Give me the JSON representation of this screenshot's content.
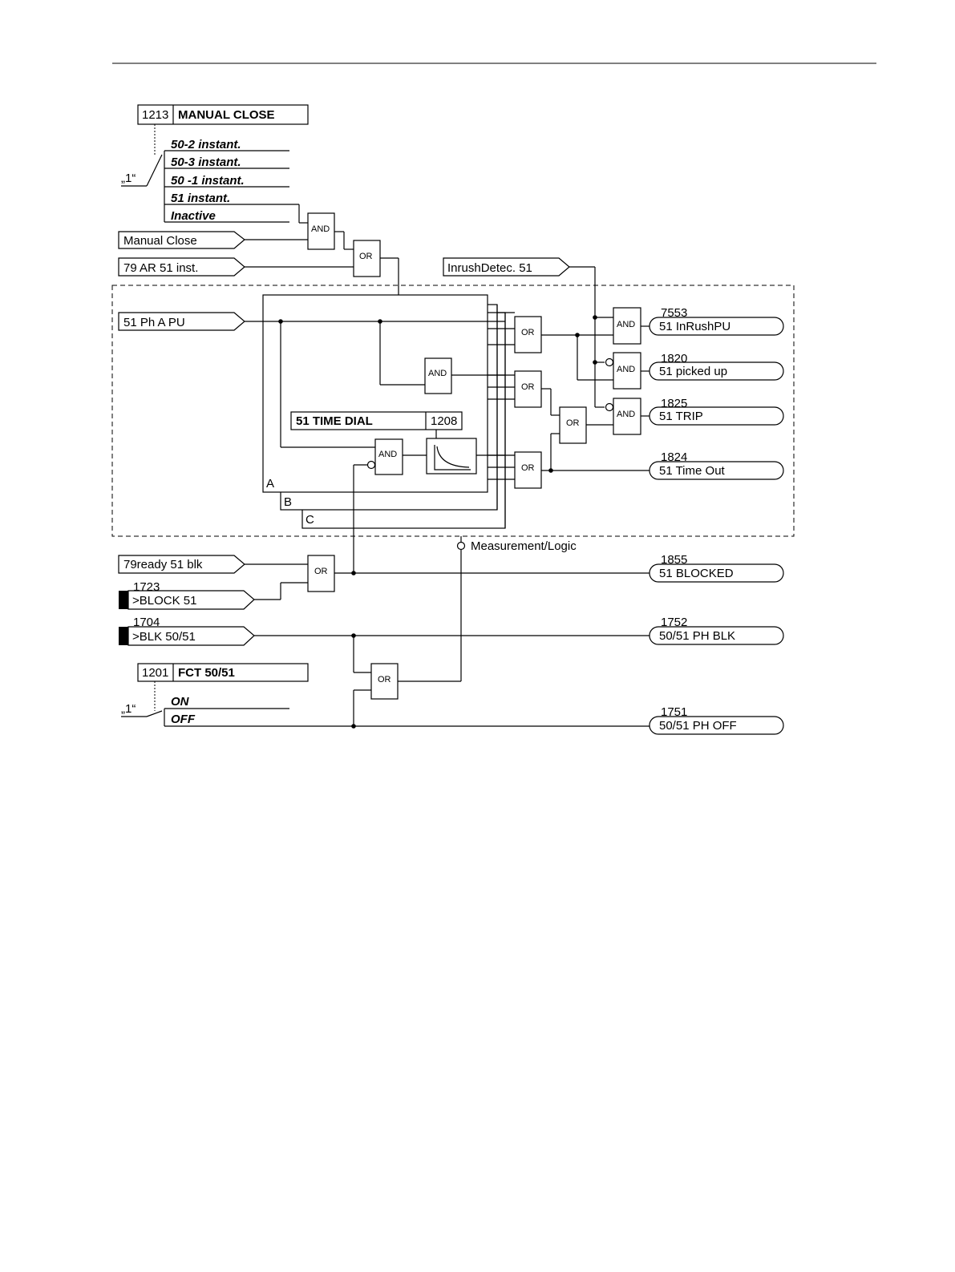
{
  "settings": {
    "manual_close": {
      "address": "1213",
      "name": "MANUAL CLOSE",
      "options": [
        "50-2 instant.",
        "50-3 instant.",
        "50 -1 instant.",
        "51 instant.",
        "Inactive"
      ],
      "selector": "„1“"
    },
    "time_dial": {
      "name": "51 TIME DIAL",
      "address": "1208"
    },
    "function": {
      "address": "1201",
      "name": "FCT 50/51",
      "options": [
        "ON",
        "OFF"
      ],
      "selector": "„1“"
    }
  },
  "inputs": {
    "manual_close": "Manual Close",
    "ar_51_inst": "79 AR 51 inst.",
    "inrush": "InrushDetec. 51",
    "pickup_a": "51 Ph A PU",
    "ar_ready_blk": "79ready 51 blk",
    "block_51": {
      "number": "1723",
      "label": ">BLOCK 51"
    },
    "blk_50_51": {
      "number": "1704",
      "label": ">BLK 50/51"
    }
  },
  "gates": {
    "and": "AND",
    "or": "OR"
  },
  "phases": [
    "A",
    "B",
    "C"
  ],
  "measurement_logic": "Measurement/Logic",
  "outputs": [
    {
      "number": "7553",
      "label": "51 InRushPU"
    },
    {
      "number": "1820",
      "label": "51 picked up"
    },
    {
      "number": "1825",
      "label": "51 TRIP"
    },
    {
      "number": "1824",
      "label": "51 Time Out"
    },
    {
      "number": "1855",
      "label": "51 BLOCKED"
    },
    {
      "number": "1752",
      "label": "50/51 PH BLK"
    },
    {
      "number": "1751",
      "label": "50/51 PH OFF"
    }
  ]
}
